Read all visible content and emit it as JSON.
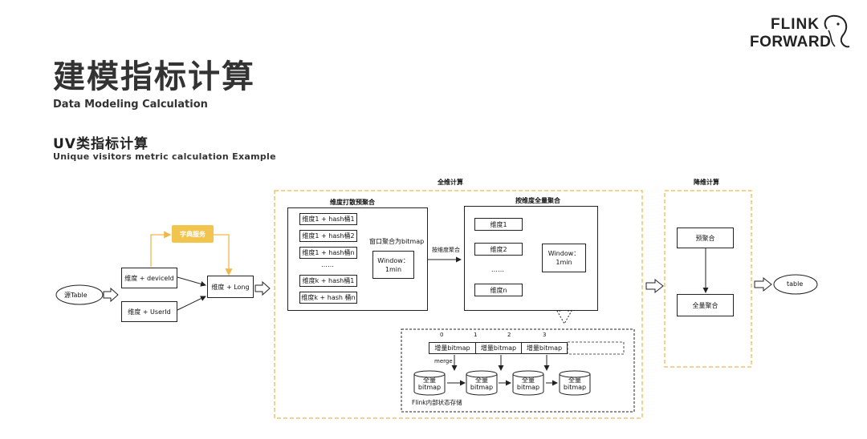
{
  "header": {
    "title": "建模指标计算",
    "subtitle": "Data Modeling Calculation",
    "section_title": "UV类指标计算",
    "section_subtitle": "Unique visitors metric calculation Example"
  },
  "logo": {
    "line1": "FLINK",
    "line2": "FORWARD"
  },
  "diagram": {
    "source": "源Table",
    "dict_service": "字典服务",
    "dim_device": "维度 + deviceId",
    "dim_user": "维度 + UserId",
    "dim_long": "维度 + Long",
    "full_dim_calc": "全维计算",
    "pre_agg_title": "维度打散预聚合",
    "pre_agg_items": [
      "维度1 + hash桶1",
      "维度1 + hash桶2",
      "维度1 + hash桶n",
      "……",
      "维度k + hash桶1",
      "维度k + hash 桶n"
    ],
    "window_agg_label": "窗口聚合为bitmap",
    "window": "Window：\n1min",
    "by_dim_agg_label": "按维度聚合",
    "full_agg_title": "按维度全量聚合",
    "full_agg_items": [
      "维度1",
      "维度2",
      "……",
      "维度n"
    ],
    "window2": "Window：\n1min",
    "state_indices": [
      "0",
      "1",
      "2",
      "3"
    ],
    "incr_bitmap": [
      "增量bitmap",
      "增量bitmap",
      "增量bitmap"
    ],
    "merge": "merge",
    "full_bitmap": [
      "全量\nbitmap",
      "全量\nbitmap",
      "全量\nbitmap",
      "全量\nbitmap"
    ],
    "state_store": "Flink内部状态存储",
    "reduce_dim_calc": "降维计算",
    "pre_agg": "预聚合",
    "full_agg": "全量聚合",
    "sink": "table"
  },
  "colors": {
    "dashed_border": "#f2b84b",
    "dict_fill": "#f0c44d",
    "arrow_orange": "#f0b74a"
  }
}
